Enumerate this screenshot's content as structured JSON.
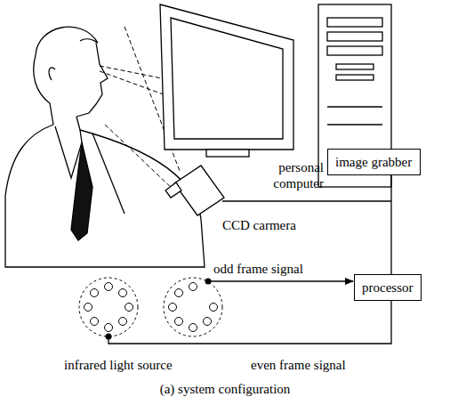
{
  "diagram": {
    "caption": "(a) system configuration",
    "nodes": [
      {
        "text": [
          "image grabber"
        ]
      },
      {
        "text": [
          "processor"
        ]
      }
    ],
    "edges": [
      {
        "from": 0,
        "to": 1,
        "arrow": "none"
      }
    ],
    "labels": [
      "personal computer",
      "CCD carmera",
      "odd frame signal",
      "infrared light source",
      "even frame signal"
    ]
  }
}
